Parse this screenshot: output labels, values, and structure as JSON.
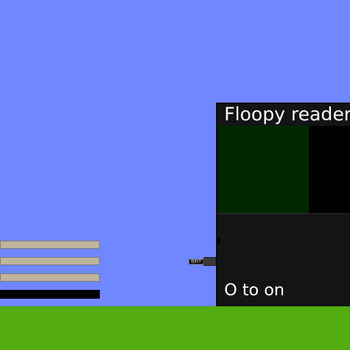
{
  "colors": {
    "sky": "#7087ff",
    "ground": "#53ad10",
    "shelf": "#bfb39c",
    "shelf_dark": "#000000",
    "reader_body": "#141414",
    "reader_text": "#ffffff",
    "screen_main": "#002800",
    "eject_text": "#ffffff"
  },
  "reader": {
    "title": "Floopy reader",
    "power_hint": "O to on"
  },
  "eject": {
    "label": "EJECT"
  }
}
